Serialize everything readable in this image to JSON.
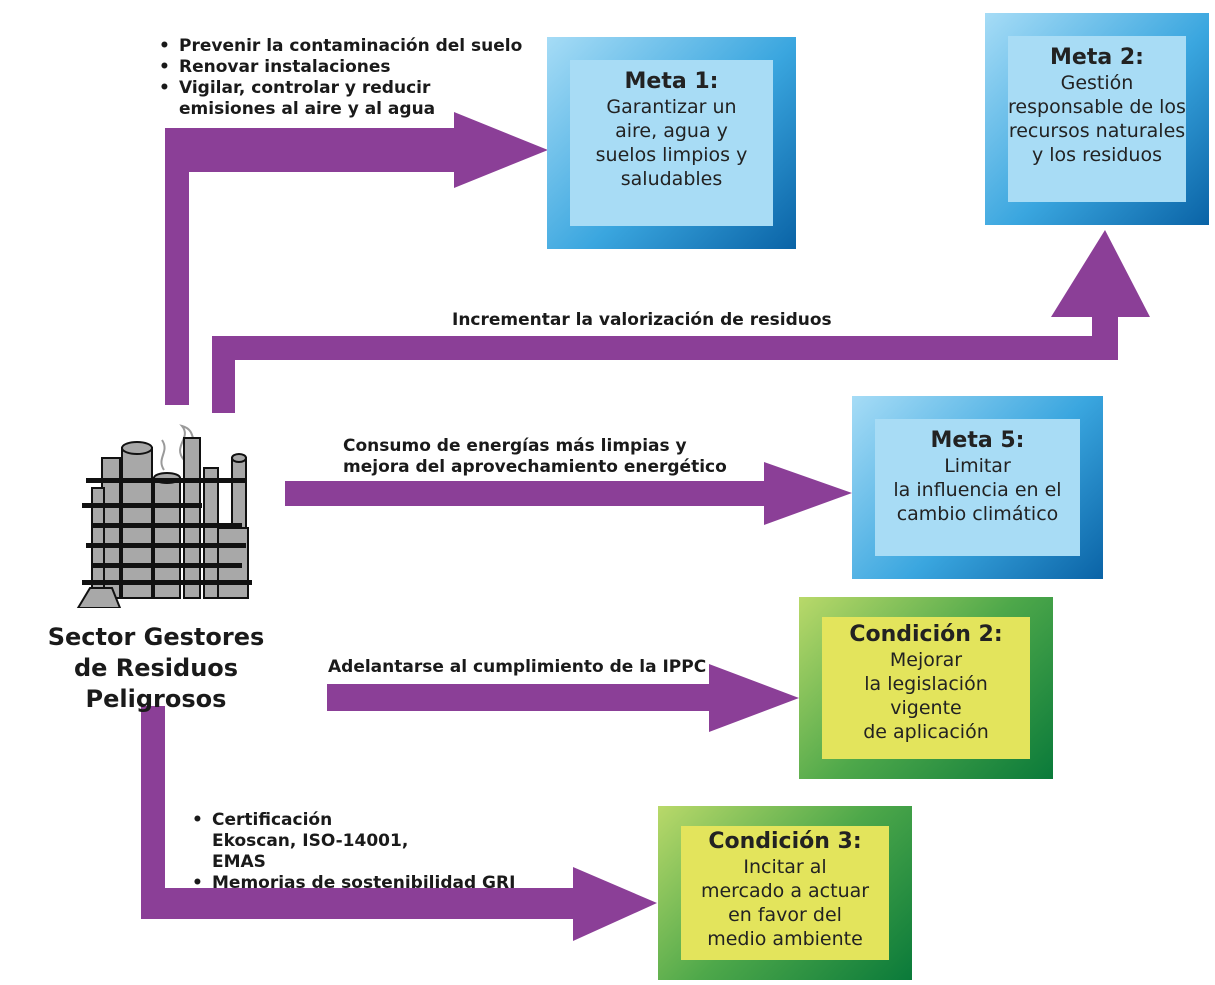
{
  "sector": {
    "title_line1": "Sector Gestores",
    "title_line2": "de Residuos Peligrosos"
  },
  "goals": {
    "meta1": {
      "title": "Meta 1:",
      "text": "Garantizar un\naire, agua y\nsuelos limpios y\nsaludables"
    },
    "meta2": {
      "title": "Meta 2:",
      "text": "Gestión\nresponsable de los\nrecursos naturales\ny los residuos"
    },
    "meta5": {
      "title": "Meta 5:",
      "text": "Limitar\nla influencia en el\ncambio climático"
    },
    "cond2": {
      "title": "Condición 2:",
      "text": "Mejorar\nla legislación\nvigente\nde aplicación"
    },
    "cond3": {
      "title": "Condición 3:",
      "text": "Incitar al\nmercado a actuar\nen favor del\nmedio ambiente"
    }
  },
  "actions": {
    "meta1_items": [
      "Prevenir la contaminación del suelo",
      "Renovar instalaciones",
      "Vigilar, controlar y reducir emisiones al aire y al agua"
    ],
    "meta2_label": "Incrementar la valorización de residuos",
    "meta5_label_line1": "Consumo de energías más limpias y",
    "meta5_label_line2": "mejora del aprovechamiento energético",
    "cond2_label": "Adelantarse al cumplimiento de la IPPC",
    "cond3_items": [
      "Certificación Ekoscan, ISO-14001, EMAS",
      "Memorias de sostenibilidad GRI"
    ]
  },
  "colors": {
    "arrow": "#8b3f97",
    "blue_inner": "#a8dcf5",
    "green_inner": "#e3e45c"
  }
}
